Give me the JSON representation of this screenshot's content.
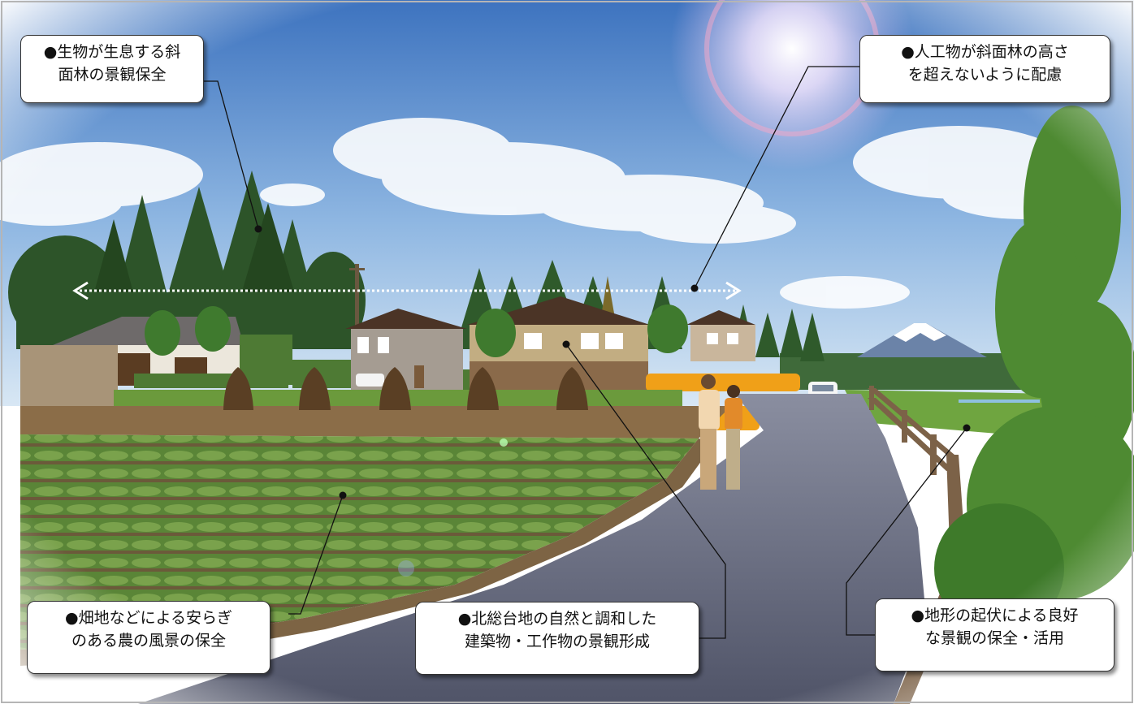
{
  "scene": {
    "description_icons": [
      "sun-icon",
      "mount-fuji-icon",
      "tree-icon",
      "house-icon",
      "car-icon",
      "person-icon",
      "haystack-icon"
    ]
  },
  "callouts": [
    {
      "id": "slope-forest",
      "lines": [
        "●生物が生息する斜",
        "面林の景観保全"
      ]
    },
    {
      "id": "height-limit",
      "lines": [
        "●人工物が斜面林の高さ",
        "を超えないように配慮"
      ]
    },
    {
      "id": "farmland",
      "lines": [
        "●畑地などによる安らぎ",
        "のある農の風景の保全"
      ]
    },
    {
      "id": "buildings",
      "lines": [
        "●北総台地の自然と調和した",
        "建築物・工作物の景観形成"
      ]
    },
    {
      "id": "terrain",
      "lines": [
        "●地形の起伏による良好",
        "な景観の保全・活用"
      ]
    }
  ],
  "colors": {
    "sky_top": "#3f76c2",
    "sky_bottom": "#cfe3f5",
    "forest": "#2e5a2a",
    "field": "#5f8a3a",
    "soil": "#8a6a45",
    "road": "#5d6078",
    "callout_border": "#333333"
  }
}
